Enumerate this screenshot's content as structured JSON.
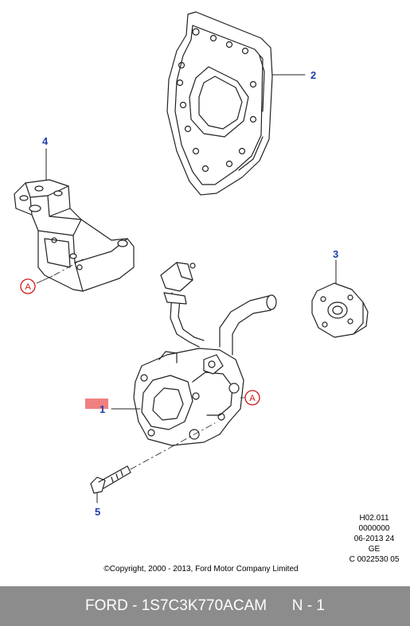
{
  "callouts": {
    "c1": "1",
    "c2": "2",
    "c3": "3",
    "c4": "4",
    "c5": "5",
    "ref_a1": "A",
    "ref_a2": "A"
  },
  "info_block": {
    "line1": "H02.011",
    "line2": "0000000",
    "line3": "06-2013 24",
    "line4": "GE",
    "line5": "C 0022530 05"
  },
  "copyright": "©Copyright, 2000 - 2013, Ford Motor Company Limited",
  "footer": {
    "part_text": "FORD - 1S7C3K770ACAM",
    "qty_text": "N - 1"
  },
  "colors": {
    "callout": "#1f3fb0",
    "reference_circle": "#d01818",
    "highlight": "#f08080",
    "footer_bg": "#8c8c8c"
  }
}
